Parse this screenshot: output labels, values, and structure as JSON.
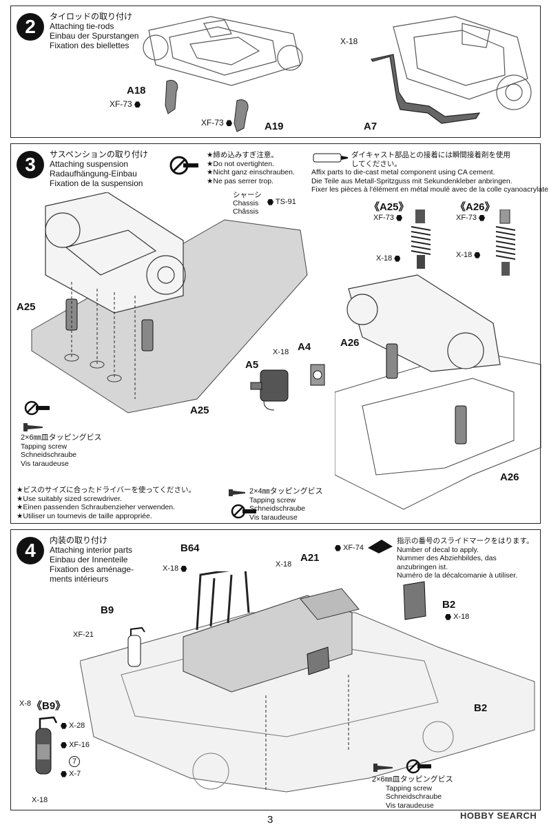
{
  "page_number": "3",
  "watermark": "HOBBY SEARCH",
  "step2": {
    "number": "2",
    "title_ja": "タイロッドの取り付け",
    "title_en": "Attaching tie-rods",
    "title_de": "Einbau der Spurstangen",
    "title_fr": "Fixation des biellettes",
    "labels": {
      "a18": "A18",
      "xf73_a": "XF-73",
      "xf73_b": "XF-73",
      "a19": "A19",
      "x18": "X-18",
      "a7": "A7"
    }
  },
  "step3": {
    "number": "3",
    "title_ja": "サスペンションの取り付け",
    "title_en": "Attaching suspension",
    "title_de": "Radaufhängung-Einbau",
    "title_fr": "Fixation de la suspension",
    "warning_ja": "★締め込みすぎ注意。",
    "warning_en": "★Do not overtighten.",
    "warning_de": "★Nicht ganz einschrauben.",
    "warning_fr": "★Ne pas serrer trop.",
    "cement_ja1": "ダイキャスト部品との接着には瞬間接着剤を使用",
    "cement_ja2": "してください。",
    "cement_en": "Affix parts to die-cast metal component using CA cement.",
    "cement_de": "Die Teile aus Metall-Spritzguss mit Sekundenkleber anbringen.",
    "cement_fr": "Fixer les pièces à l'élément en métal moulé avec de la colle cyanoacrylate.",
    "chassis_ja": "シャーシ",
    "chassis_en": "Chassis",
    "chassis_fr": "Châssis",
    "ts91": "TS-91",
    "a25_label": "《A25》",
    "a26_label": "《A26》",
    "xf73_a": "XF-73",
    "xf73_b": "XF-73",
    "x18_a": "X-18",
    "x18_b": "X-18",
    "x18_c": "X-18",
    "a25_a": "A25",
    "a25_b": "A25",
    "a26_a": "A26",
    "a26_b": "A26",
    "a4": "A4",
    "a5": "A5",
    "screw_6_ja": "2×6㎜皿タッピングビス",
    "screw_6_en": "Tapping screw",
    "screw_6_de": "Schneidschraube",
    "screw_6_fr": "Vis taraudeuse",
    "screw_4_ja": "2×4㎜タッピングビス",
    "screw_4_en": "Tapping screw",
    "screw_4_de": "Schneidschraube",
    "screw_4_fr": "Vis taraudeuse",
    "driver_ja": "★ビスのサイズに合ったドライバーを使ってください。",
    "driver_en": "★Use suitably sized screwdriver.",
    "driver_de": "★Einen passenden Schraubenzieher verwenden.",
    "driver_fr": "★Utiliser un tournevis de taille appropriée."
  },
  "step4": {
    "number": "4",
    "title_ja": "内装の取り付け",
    "title_en": "Attaching interior parts",
    "title_de": "Einbau der Innenteile",
    "title_fr1": "Fixation des aménage-",
    "title_fr2": "ments intérieurs",
    "decal_ja": "指示の番号のスライドマークをはります。",
    "decal_en": "Number of decal to apply.",
    "decal_de1": "Nummer des Abziehbildes, das",
    "decal_de2": "anzubringen ist.",
    "decal_fr": "Numéro de la décalcomanie à utiliser.",
    "b64": "B64",
    "a21": "A21",
    "xf74": "XF-74",
    "x18_a": "X-18",
    "x18_b": "X-18",
    "x18_c": "X-18",
    "b9": "B9",
    "xf21": "XF-21",
    "b2_a": "B2",
    "b2_b": "B2",
    "b9_detail": "《B9》",
    "x8": "X-8",
    "x28": "X-28",
    "xf16": "XF-16",
    "decal_no": "7",
    "x7": "X-7",
    "x18_d": "X-18",
    "screw_ja": "2×6㎜皿タッピングビス",
    "screw_en": "Tapping screw",
    "screw_de": "Schneidschraube",
    "screw_fr": "Vis taraudeuse"
  }
}
